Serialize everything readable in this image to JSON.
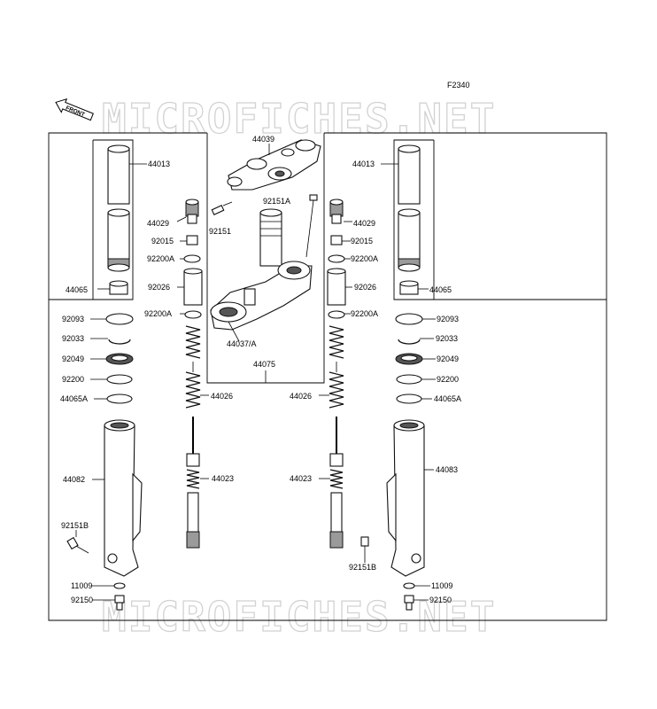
{
  "figure_code": "F2340",
  "front_arrow_text": "FRONT",
  "watermark_text": "MICROFICHES.NET",
  "labels": {
    "l44039": "44039",
    "l44013_left": "44013",
    "l44013_right": "44013",
    "l92151A": "92151A",
    "l44029_left": "44029",
    "l44029_right": "44029",
    "l92151": "92151",
    "l92015_left": "92015",
    "l92015_right": "92015",
    "l92200A_left1": "92200A",
    "l92200A_right1": "92200A",
    "l44065_left": "44065",
    "l44065_right": "44065",
    "l92026_left": "92026",
    "l92026_right": "92026",
    "l92200A_left2": "92200A",
    "l92200A_right2": "92200A",
    "l92093_left": "92093",
    "l92093_right": "92093",
    "l44037": "44037/A",
    "l92033_left": "92033",
    "l92033_right": "92033",
    "l44075": "44075",
    "l92049_left": "92049",
    "l92049_right": "92049",
    "l92200_left": "92200",
    "l92200_right": "92200",
    "l44026_left": "44026",
    "l44026_right": "44026",
    "l44065A_left": "44065A",
    "l44065A_right": "44065A",
    "l44082": "44082",
    "l44083": "44083",
    "l44023_left": "44023",
    "l44023_right": "44023",
    "l92151B_left": "92151B",
    "l92151B_right": "92151B",
    "l11009_left": "11009",
    "l11009_right": "11009",
    "l92150_left": "92150",
    "l92150_right": "92150"
  }
}
